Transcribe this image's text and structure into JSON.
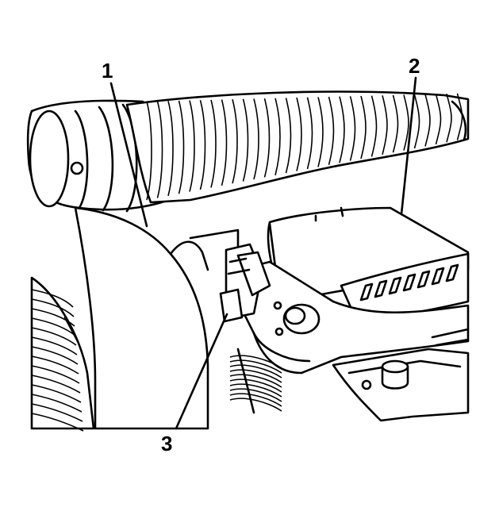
{
  "figure": {
    "background": "#ffffff",
    "line_color": "#000000",
    "callouts": [
      {
        "id": "1",
        "label": "1"
      },
      {
        "id": "2",
        "label": "2"
      },
      {
        "id": "3",
        "label": "3"
      }
    ]
  }
}
